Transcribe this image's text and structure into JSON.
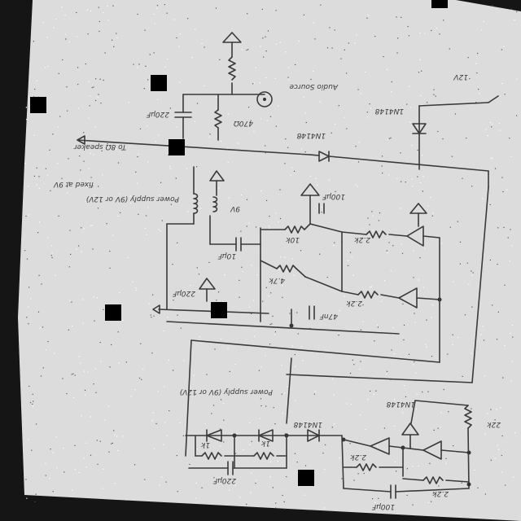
{
  "labels": {
    "audio_source": "Audio Source",
    "to_speaker": "To 8Ω speaker",
    "power_supply": "Power supply (9V or 12V)",
    "supply_v": "9V",
    "resistor_470": "470Ω",
    "cap_220": "220μF",
    "cap_100": "100μF",
    "r_10k": "10k",
    "r_4k7": "4.7k",
    "r_1k": "1k",
    "r_22k": "22k",
    "diode_1n4148": "1N4148",
    "r_2k2": "2.2k",
    "cap_10u": "10μF",
    "rail_12v": "12V",
    "fixed_label": "fixed at 9V",
    "c_47": "47nF"
  },
  "colors": {
    "paper": "#dcdcdc",
    "ink": "#3a3a3a",
    "background": "#1a1a1a"
  }
}
